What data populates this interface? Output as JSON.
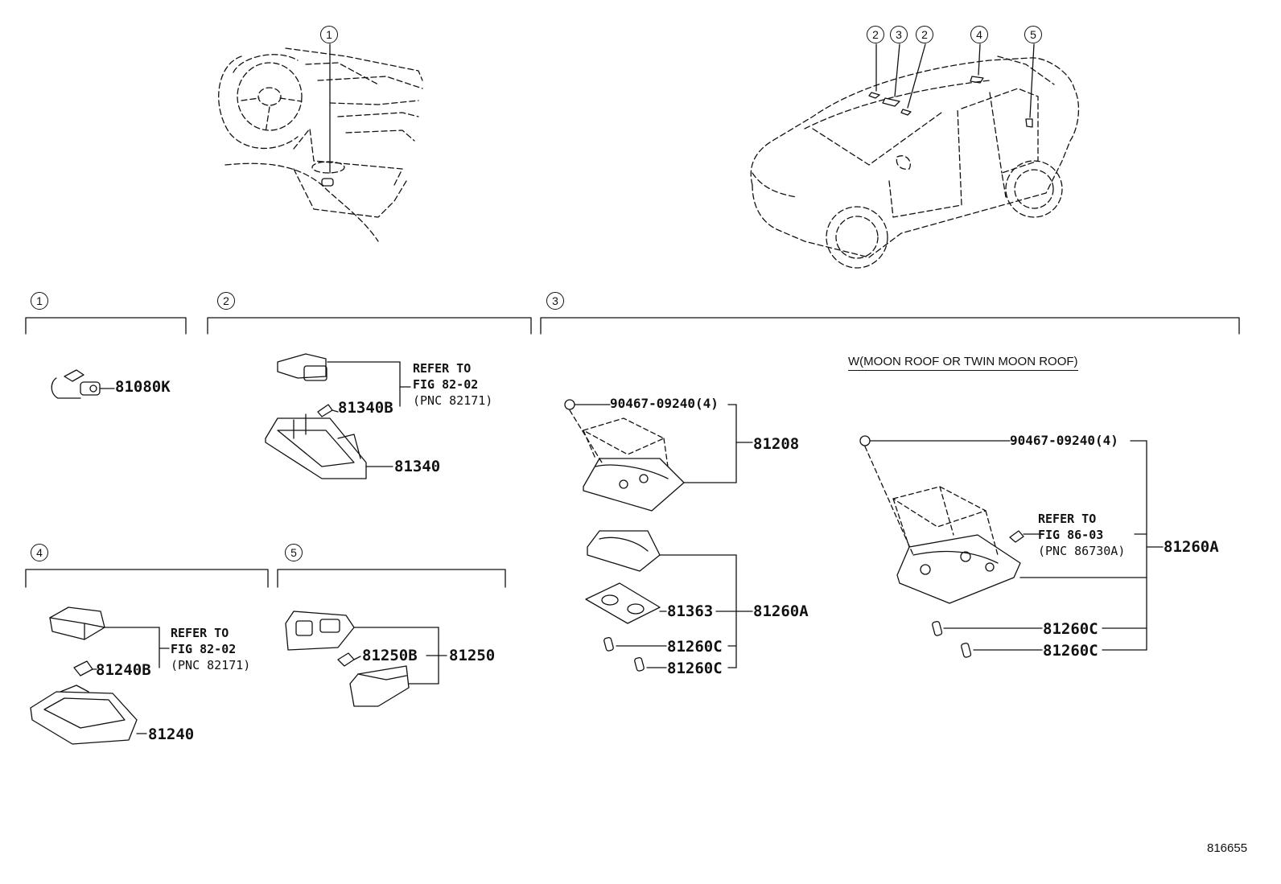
{
  "callouts": {
    "top_left": "1",
    "car": [
      "2",
      "3",
      "2",
      "4",
      "5"
    ]
  },
  "sections": [
    {
      "num": "1"
    },
    {
      "num": "2"
    },
    {
      "num": "3"
    },
    {
      "num": "4"
    },
    {
      "num": "5"
    }
  ],
  "variant_note": "W(MOON ROOF OR TWIN MOON ROOF)",
  "parts": {
    "p81080K": "81080K",
    "p81340B": "81340B",
    "p81340": "81340",
    "p81208": "81208",
    "clip_left": "90467-09240(4)",
    "p81363": "81363",
    "p81260A_left": "81260A",
    "p81260C_l1": "81260C",
    "p81260C_l2": "81260C",
    "clip_right": "90467-09240(4)",
    "p81260A_right": "81260A",
    "p81260C_r1": "81260C",
    "p81260C_r2": "81260C",
    "p81240B": "81240B",
    "p81240": "81240",
    "p81250B": "81250B",
    "p81250": "81250"
  },
  "refs": {
    "sec2": {
      "line1": "REFER TO",
      "line2": "FIG 82-02",
      "line3": "(PNC 82171)"
    },
    "sec4": {
      "line1": "REFER TO",
      "line2": "FIG 82-02",
      "line3": "(PNC 82171)"
    },
    "sec3": {
      "line1": "REFER TO",
      "line2": "FIG 86-03",
      "line3": "(PNC 86730A)"
    }
  },
  "diagram_code": "816655"
}
